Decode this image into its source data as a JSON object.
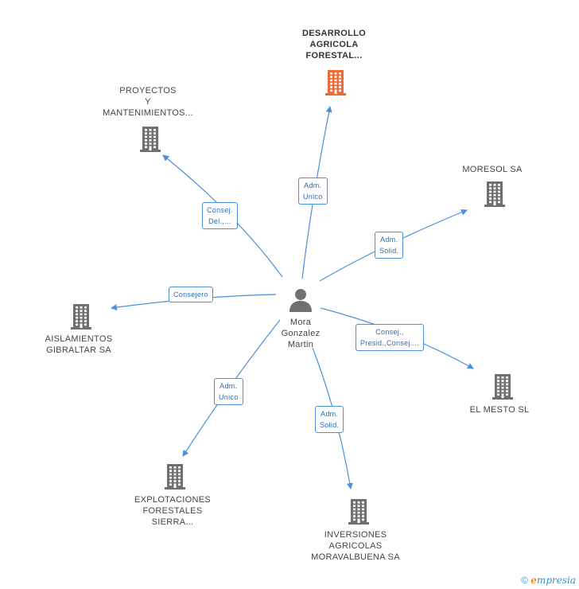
{
  "center": {
    "name_lines": [
      "Mora",
      "Gonzalez",
      "Martin"
    ]
  },
  "companies": [
    {
      "id": "desarrollo",
      "lines": [
        "DESARROLLO",
        "AGRICOLA",
        "FORESTAL..."
      ],
      "highlight": true
    },
    {
      "id": "proyectos",
      "lines": [
        "PROYECTOS",
        "Y",
        "MANTENIMIENTOS..."
      ],
      "highlight": false
    },
    {
      "id": "moresol",
      "lines": [
        "MORESOL SA"
      ],
      "highlight": false
    },
    {
      "id": "aislamientos",
      "lines": [
        "AISLAMIENTOS",
        "GIBRALTAR SA"
      ],
      "highlight": false
    },
    {
      "id": "elmesto",
      "lines": [
        "EL MESTO  SL"
      ],
      "highlight": false
    },
    {
      "id": "explotaciones",
      "lines": [
        "EXPLOTACIONES",
        "FORESTALES",
        "SIERRA..."
      ],
      "highlight": false
    },
    {
      "id": "inversiones",
      "lines": [
        "INVERSIONES",
        "AGRICOLAS",
        "MORAVALBUENA SA"
      ],
      "highlight": false
    }
  ],
  "relations": [
    {
      "to": "desarrollo",
      "lines": [
        "Adm.",
        "Unico"
      ]
    },
    {
      "to": "proyectos",
      "lines": [
        "Consej.",
        "Del.,..."
      ]
    },
    {
      "to": "moresol",
      "lines": [
        "Adm.",
        "Solid."
      ]
    },
    {
      "to": "aislamientos",
      "lines": [
        "Consejero"
      ]
    },
    {
      "to": "elmesto",
      "lines": [
        "Consej.,",
        "Presid.,Consej...."
      ]
    },
    {
      "to": "explotaciones",
      "lines": [
        "Adm.",
        "Unico"
      ]
    },
    {
      "to": "inversiones",
      "lines": [
        "Adm.",
        "Solid."
      ]
    }
  ],
  "footer": {
    "copyright": "©",
    "brand_e": "e",
    "brand_rest": "mpresia"
  },
  "colors": {
    "edge": "#4a90d9",
    "building": "#707070",
    "building_highlight": "#f06a35",
    "person": "#707070"
  }
}
